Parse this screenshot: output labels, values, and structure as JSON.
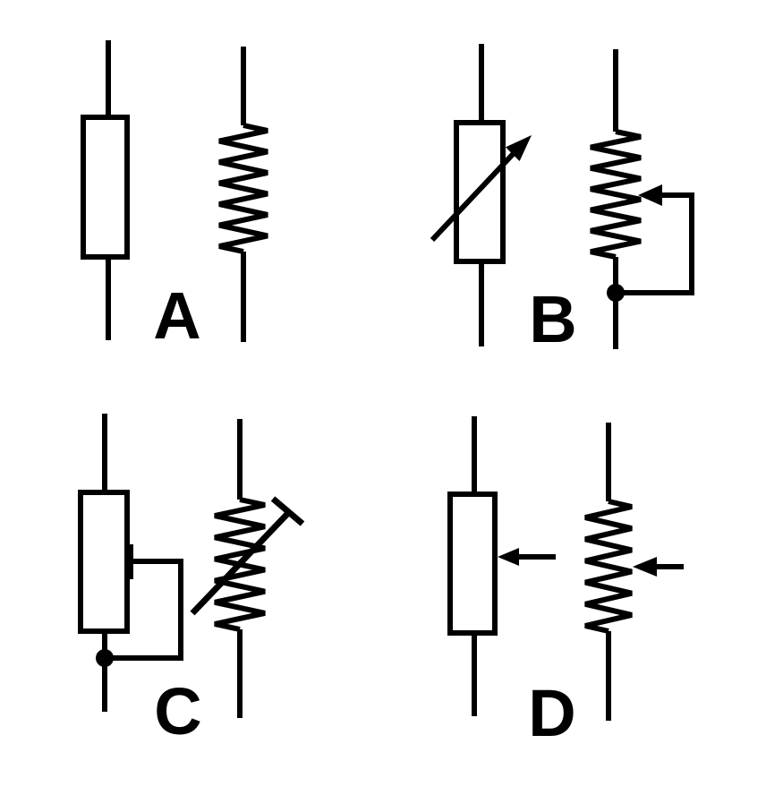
{
  "canvas": {
    "background_color": "#ffffff",
    "stroke_color": "#000000",
    "description": "resistor-schematic-symbol-chart"
  },
  "panels": [
    {
      "id": "panel-a",
      "label": "A",
      "left_symbol": "iec-fixed-resistor-icon",
      "right_symbol": "ansi-fixed-resistor-icon"
    },
    {
      "id": "panel-b",
      "label": "B",
      "left_symbol": "iec-variable-resistor-icon",
      "right_symbol": "ansi-rheostat-tapped-icon"
    },
    {
      "id": "panel-c",
      "label": "C",
      "left_symbol": "iec-tapped-resistor-icon",
      "right_symbol": "ansi-preset-trimmer-resistor-icon"
    },
    {
      "id": "panel-d",
      "label": "D",
      "left_symbol": "iec-potentiometer-icon",
      "right_symbol": "ansi-potentiometer-icon"
    }
  ]
}
